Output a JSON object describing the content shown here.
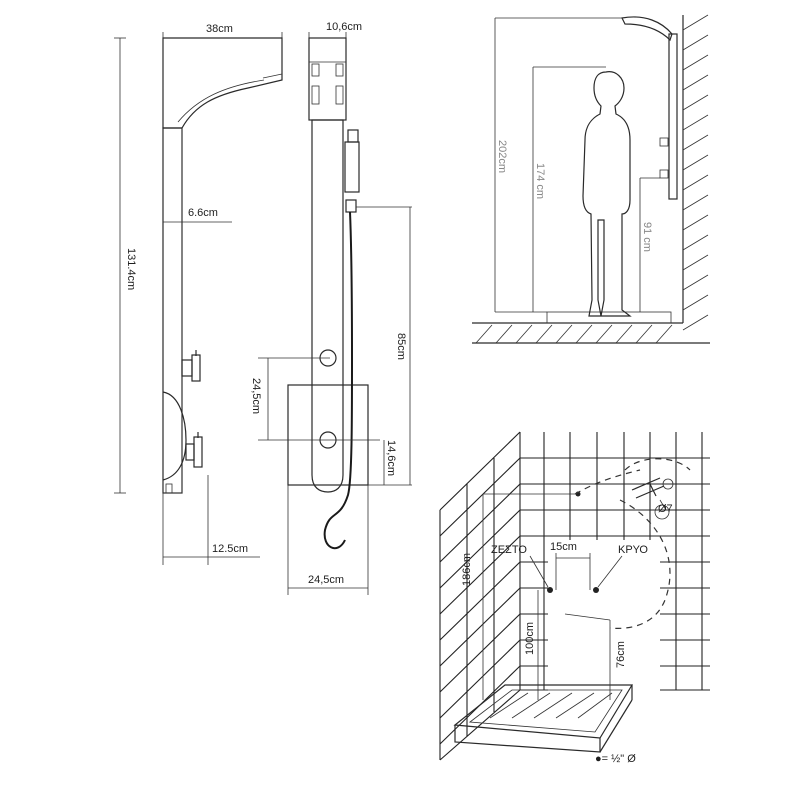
{
  "side_view": {
    "width_top": "38cm",
    "height_total": "131.4cm",
    "bar_depth": "6.6cm",
    "depth_bottom": "12.5cm"
  },
  "front_view": {
    "width_top": "10,6cm",
    "valve_spacing": "24,5cm",
    "hand_shower_height": "85cm",
    "bottom_offset": "14,6cm",
    "width_bottom": "24,5cm"
  },
  "person_view": {
    "ceiling_height": "202cm",
    "person_height": "174 cm",
    "valve_height": "91 cm"
  },
  "install_view": {
    "hot_label": "ΖΕΣΤΟ",
    "cold_label": "ΚΡΥΟ",
    "inlet_spacing": "15cm",
    "top_height": "186cm",
    "hot_height": "100cm",
    "cold_height": "76cm",
    "hole_diameter": "Ø7",
    "legend": "●= ½\" Ø"
  }
}
